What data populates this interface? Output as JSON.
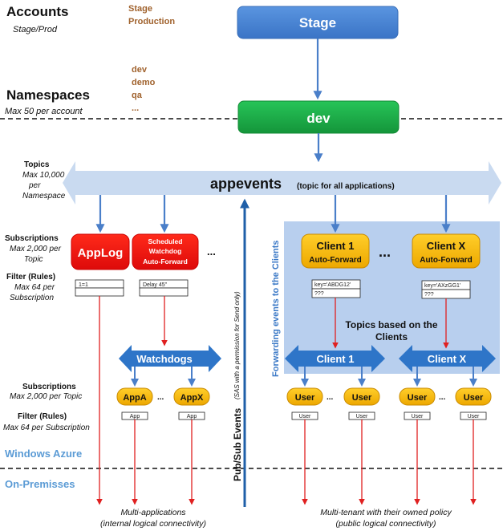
{
  "left_labels": {
    "accounts_title": "Accounts",
    "accounts_sub": "Stage/Prod",
    "namespaces_title": "Namespaces",
    "namespaces_sub": "Max 50 per account",
    "topics_title": "Topics",
    "topics_sub1": "Max 10,000",
    "topics_sub2": "per",
    "topics_sub3": "Namespace",
    "subs1_title": "Subscriptions",
    "subs1_sub1": "Max 2,000 per",
    "subs1_sub2": "Topic",
    "filter1_title": "Filter (Rules)",
    "filter1_sub1": "Max 64 per",
    "filter1_sub2": "Subscription",
    "subs2_title": "Subscriptions",
    "subs2_sub": "Max 2,000 per Topic",
    "filter2_title": "Filter (Rules)",
    "filter2_sub": "Max 64 per Subscription",
    "windows_azure": "Windows Azure",
    "on_premisses": "On-Premisses"
  },
  "account_types": [
    "Stage",
    "Production"
  ],
  "namespace_examples": [
    "dev",
    "demo",
    "qa",
    "..."
  ],
  "stage_box": "Stage",
  "dev_box": "dev",
  "topic_bar": {
    "name": "appevents",
    "note": "(topic for all applications)"
  },
  "pubsub": {
    "title": "Pub/Sub Events",
    "note": "(SAS with a permission for Send only)"
  },
  "left_subscriptions": {
    "applog": "AppLog",
    "watchdog_line1": "Scheduled",
    "watchdog_line2": "Watchdog",
    "watchdog_line3": "Auto-Forward",
    "ellipsis": "...",
    "rule_applog": "1=1",
    "rule_watchdog": "Delay 45\""
  },
  "watchdogs": {
    "label": "Watchdogs",
    "app_a": "AppA",
    "app_x": "AppX",
    "ellipsis": "...",
    "rule_a": "App",
    "rule_x": "App"
  },
  "clients": {
    "side_label": "Forwarding events to the Clients",
    "client1_line1": "Client 1",
    "client1_line2": "Auto-Forward",
    "clientx_line1": "Client X",
    "clientx_line2": "Auto-Forward",
    "ellipsis": "...",
    "rule1_key": "key='ABDG12'",
    "rule1_more": "???",
    "rulex_key": "key='AXzGG1'",
    "rulex_more": "???",
    "topics_note_line1": "Topics based on the",
    "topics_note_line2": "Clients",
    "topic1": "Client 1",
    "topicx": "Client X",
    "user": "User",
    "user_ellipsis": "...",
    "user_rule": "User"
  },
  "footer": {
    "left_line1": "Multi-applications",
    "left_line2": "(internal logical connectivity)",
    "right_line1": "Multi-tenant with their owned policy",
    "right_line2": "(public logical connectivity)"
  },
  "colors": {
    "stage_blue": "#4a86d6",
    "dev_green": "#1fb04a",
    "topic_bar": "#c9daf0",
    "client_panel": "#b8cfee",
    "red_sub": "#ee1111",
    "yellow_sub": "#f5b800",
    "watchdog_arrow": "#2e75c8",
    "env_blue": "#5b9bd5",
    "brown_text": "#a0622d"
  }
}
